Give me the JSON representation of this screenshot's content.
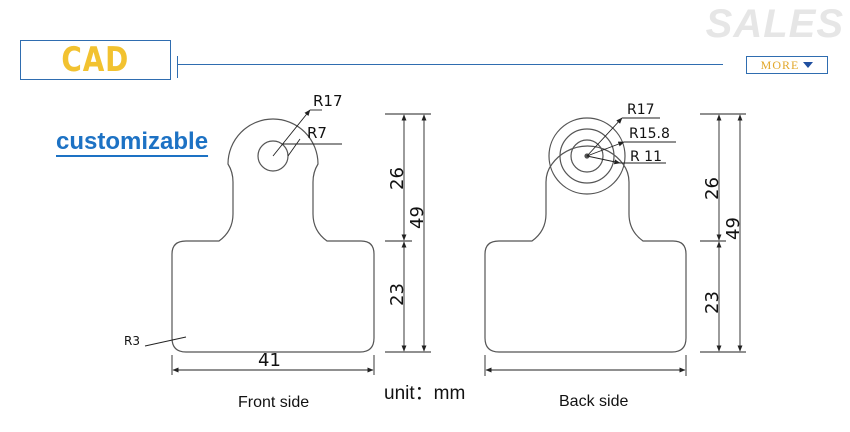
{
  "watermark": "SALES",
  "header": {
    "section_title": "CAD",
    "more_label": "MORE"
  },
  "callout": "customizable",
  "front": {
    "caption": "Front side",
    "r_outer": "R17",
    "r_hole": "R7",
    "r_corner": "R3",
    "width": "41",
    "height_upper": "26",
    "height_total": "49",
    "height_lower": "23"
  },
  "back": {
    "caption": "Back side",
    "r_outer": "R17",
    "r_mid": "R15.8",
    "r_inner": "R 11",
    "height_upper": "26",
    "height_total": "49",
    "height_lower": "23"
  },
  "unit_label": "unit：mm",
  "colors": {
    "accent_blue": "#2f6db0",
    "title_yellow": "#f2c230",
    "link_blue": "#1d72c4",
    "more_text": "#e2a72a"
  }
}
